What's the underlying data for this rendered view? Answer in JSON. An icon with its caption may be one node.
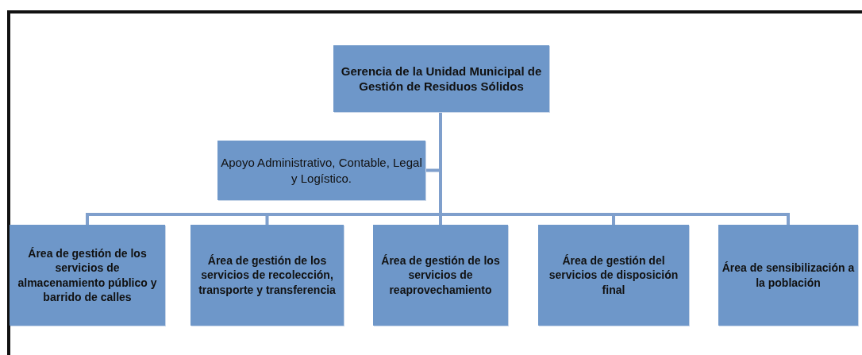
{
  "diagram": {
    "nodes": [
      {
        "text": [
          "Gerencia de la Unidad Municipal de Gestión de Residuos Sólidos"
        ]
      },
      {
        "text": [
          "Apoyo Administrativo, Contable, Legal y Logístico."
        ]
      },
      {
        "text": [
          "Área de gestión de los servicios de almacenamiento público y barrido de calles"
        ]
      },
      {
        "text": [
          "Área de gestión de los servicios de recolección, transporte y transferencia"
        ]
      },
      {
        "text": [
          "Área de gestión de los servicios de reaprovechamiento"
        ]
      },
      {
        "text": [
          "Área de gestión del servicios de disposición final"
        ]
      },
      {
        "text": [
          "Área de sensibilización a la población"
        ]
      }
    ],
    "edges": [
      {
        "from": 0,
        "to": 1,
        "arrow": "none"
      },
      {
        "from": 0,
        "to": 2,
        "arrow": "none"
      },
      {
        "from": 0,
        "to": 3,
        "arrow": "none"
      },
      {
        "from": 0,
        "to": 4,
        "arrow": "none"
      },
      {
        "from": 0,
        "to": 5,
        "arrow": "none"
      },
      {
        "from": 0,
        "to": 6,
        "arrow": "none"
      }
    ]
  }
}
